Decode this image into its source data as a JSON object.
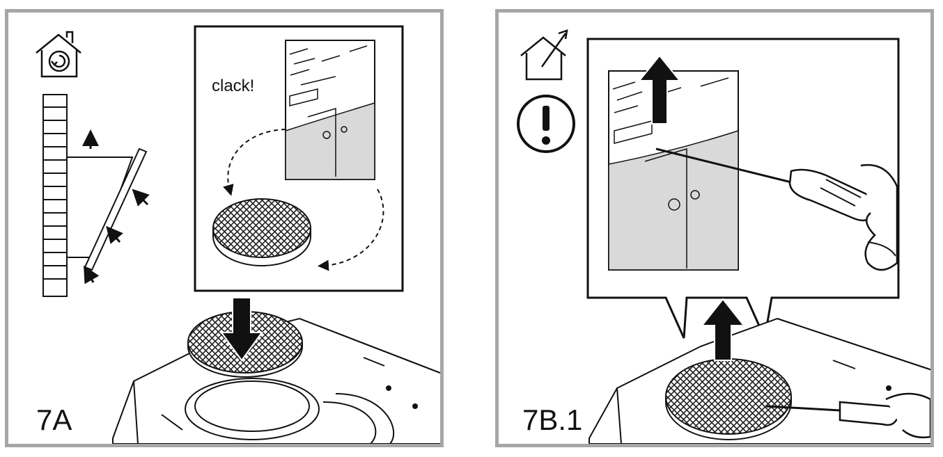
{
  "panels": [
    {
      "step": "7A",
      "callout": "clack!",
      "mode_icon": "recirculation-house-icon"
    },
    {
      "step": "7B.1",
      "mode_icon": "extraction-house-icon",
      "warning_icon": "exclamation-circle-icon"
    }
  ],
  "colors": {
    "frame": "#a6a6a6",
    "ink": "#111111",
    "shade": "#d9d9d9"
  }
}
